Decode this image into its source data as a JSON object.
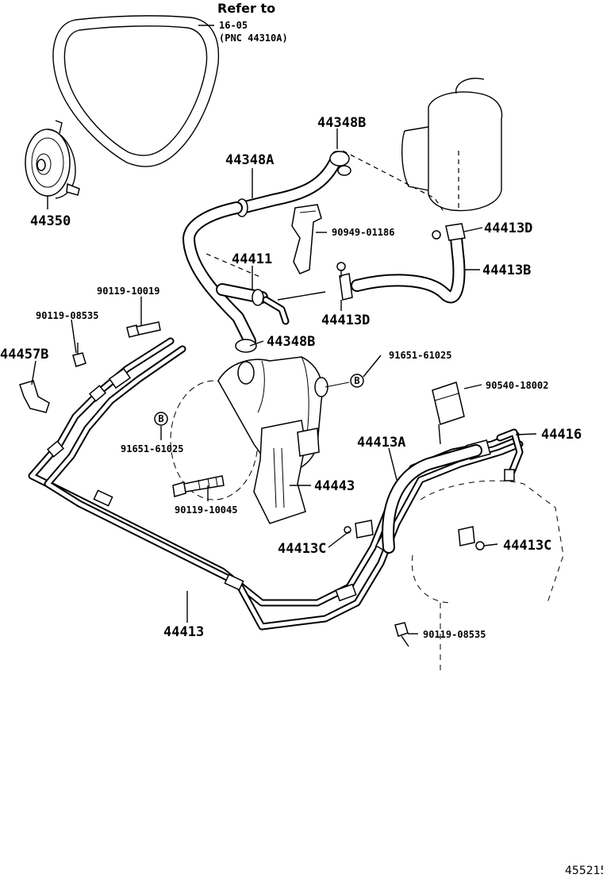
{
  "diagram": {
    "reference_note": {
      "line1": "Refer to",
      "line2": "16-05",
      "line3": "(PNC 44310A)"
    },
    "labels": {
      "p44350": "44350",
      "p44348B_top": "44348B",
      "p44348A": "44348A",
      "p90949_01186": "90949-01186",
      "p44413D_right": "44413D",
      "p44413B": "44413B",
      "p44411": "44411",
      "p90119_10019": "90119-10019",
      "p44413D_mid": "44413D",
      "p90119_08535_left": "90119-08535",
      "p44348B_mid": "44348B",
      "p44457B": "44457B",
      "p91651_61025_right": "91651-61025",
      "p90540_18002": "90540-18002",
      "p91651_61025_left": "91651-61025",
      "p44416": "44416",
      "p44413A": "44413A",
      "p44443": "44443",
      "p90119_10045": "90119-10045",
      "p44413C_left": "44413C",
      "p44413C_right": "44413C",
      "p44413": "44413",
      "p90119_08535_bottom": "90119-08535"
    },
    "marker_b": "B",
    "figure_number": "455215"
  }
}
